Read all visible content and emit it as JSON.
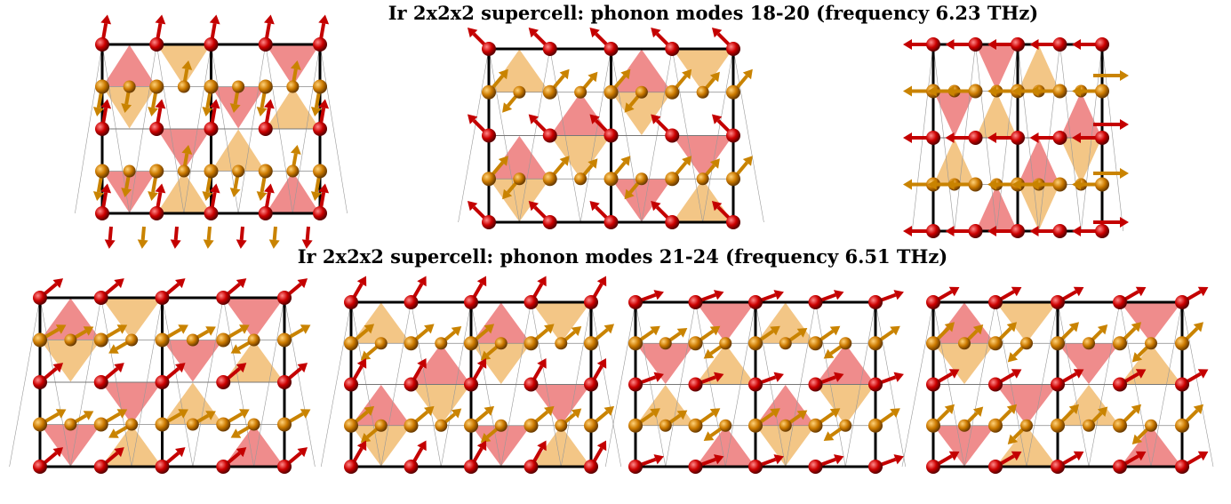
{
  "titles": {
    "top": "Ir 2x2x2 supercell: phonon modes 18-20 (frequency 6.23 THz)",
    "bottom": "Ir 2x2x2 supercell: phonon modes 21-24 (frequency 6.51 THz)"
  },
  "colors": {
    "atom_red": "#cc0000",
    "atom_orange": "#cc7a00",
    "arrow_red": "#c40000",
    "arrow_orange": "#c98300",
    "tri_pink": "#ee8080",
    "tri_tan": "#f2c07a",
    "cell_edge": "#000000"
  },
  "panels": [
    {
      "row": "top",
      "index": 1
    },
    {
      "row": "top",
      "index": 2
    },
    {
      "row": "top",
      "index": 3
    },
    {
      "row": "bottom",
      "index": 1
    },
    {
      "row": "bottom",
      "index": 2
    },
    {
      "row": "bottom",
      "index": 3
    },
    {
      "row": "bottom",
      "index": 4
    }
  ]
}
